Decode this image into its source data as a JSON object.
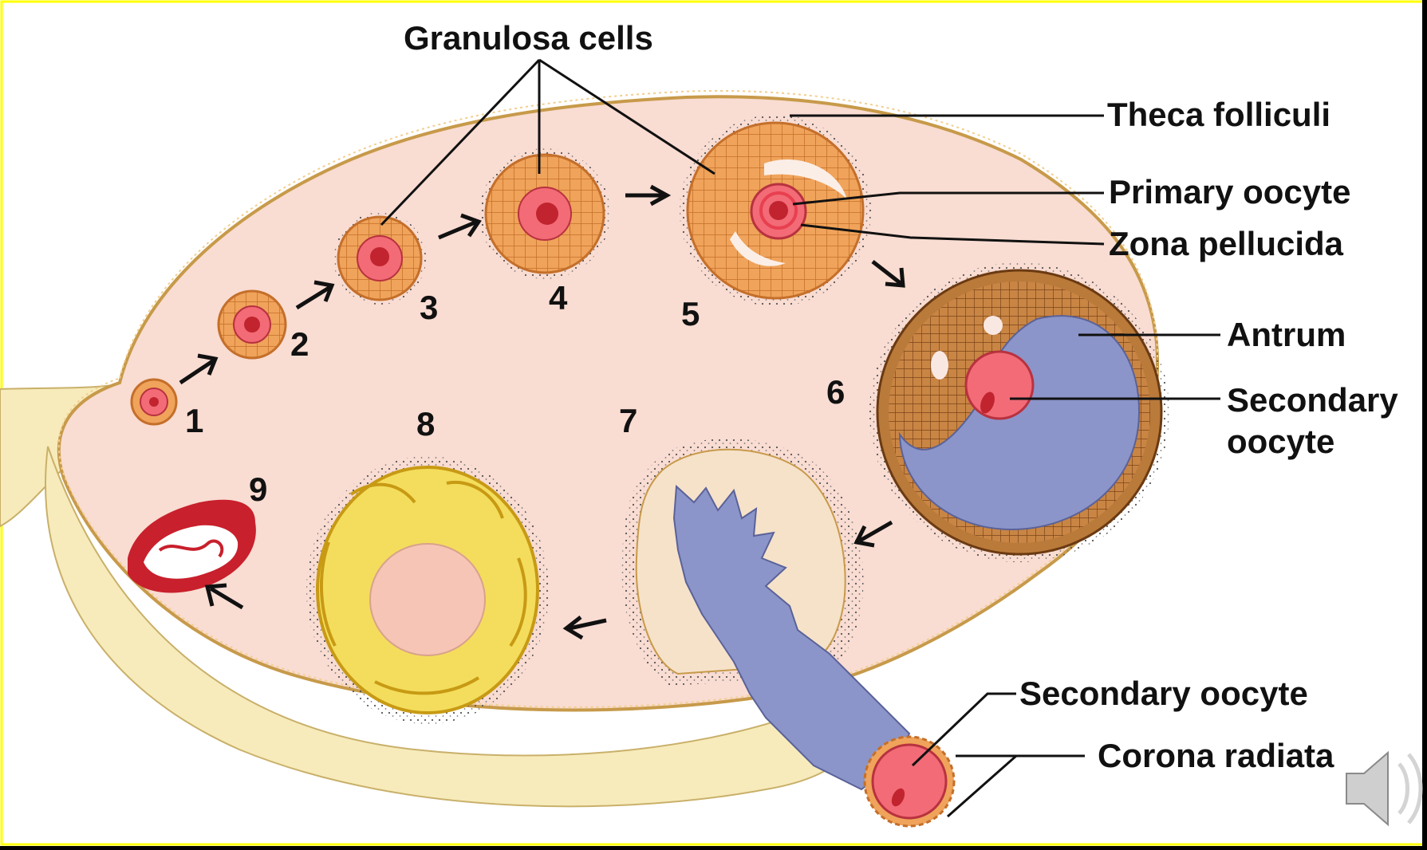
{
  "diagram": {
    "labels": {
      "granulosa_cells": "Granulosa cells",
      "theca_folliculi": "Theca folliculi",
      "primary_oocyte": "Primary oocyte",
      "zona_pellucida": "Zona pellucida",
      "antrum": "Antrum",
      "secondary_oocyte_line1": "Secondary",
      "secondary_oocyte_line2": "oocyte",
      "secondary_oocyte_bottom": "Secondary oocyte",
      "corona_radiata": "Corona radiata"
    },
    "stages": [
      "1",
      "2",
      "3",
      "4",
      "5",
      "6",
      "7",
      "8",
      "9"
    ]
  },
  "colors": {
    "frame": "#ffff00",
    "ovary": "#f9dcd2",
    "stroma": "#f7ebbb",
    "granulosa": "#f0a35a",
    "oocyte": "#f26b77",
    "antrum": "#8c95c9",
    "corpus_luteum": "#f4dd5c",
    "corpus_albicans": "#c8202c"
  },
  "icons": {
    "speaker": "speaker-icon"
  }
}
